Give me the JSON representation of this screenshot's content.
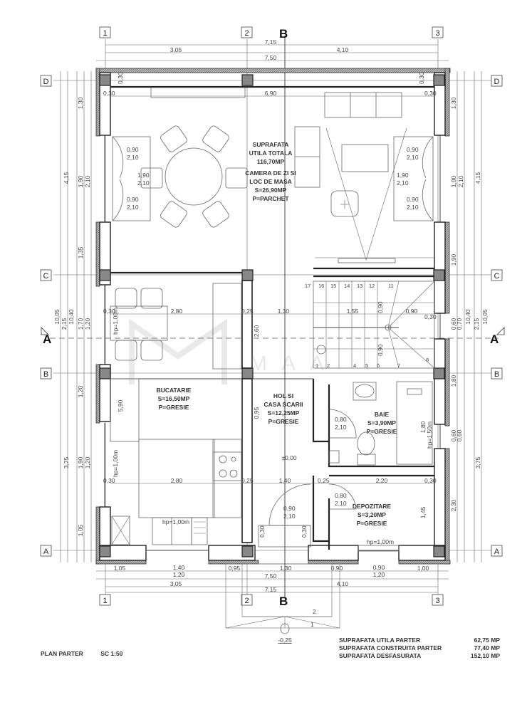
{
  "drawing": {
    "title": "PLAN PARTER",
    "scale": "SC 1:50",
    "grid_axes": {
      "vertical": [
        "1",
        "2",
        "3"
      ],
      "horizontal": [
        "D",
        "C",
        "B",
        "A"
      ]
    },
    "section_markers": {
      "vertical": "B",
      "horizontal": "A"
    },
    "dimensions_top": {
      "overall_axes": "7,15",
      "span_1_2": "3,05",
      "span_2_3": "4,10",
      "overall_outer": "7,50"
    },
    "dimensions_bottom": {
      "seg_1": "1,05",
      "seg_2_top": "1,40",
      "seg_2_bottom": "1,20",
      "seg_3": "0,95",
      "seg_4": "1,30",
      "seg_5": "0,90",
      "seg_6_top": "0,90",
      "seg_6_bottom": "1,20",
      "seg_7": "1,00",
      "overall_outer": "7,50",
      "span_1_2": "3,05",
      "span_2_3": "4,10",
      "overall_axes": "7,15"
    },
    "dimensions_left": {
      "d_c": "4,15",
      "top_wall": "1,30",
      "window": "1,90",
      "window_h": "2,10",
      "lower_wall": "1,35",
      "overall_outer": "10,05",
      "c_b": "2,15",
      "overall_inner": "10,40",
      "window_c_b": "1,70",
      "window_c_b_h": "1,20",
      "b_wall": "1,20",
      "b_a": "3,75",
      "window_b_a": "1,90",
      "window_b_a_h": "1,20",
      "a_wall": "1,05"
    },
    "dimensions_right": {
      "d_c": "4,15",
      "top_wall": "1,30",
      "window": "1,90",
      "window_h": "2,10",
      "lower_wall": "1,90",
      "overall_inner": "10,40",
      "c_b": "2,15",
      "overall_outer": "10,05",
      "seg_a": "0,60",
      "seg_b": "0,70",
      "b_wall": "1,80",
      "win_b": "0,60",
      "win_b2": "0,60",
      "b_a": "3,75",
      "a_wall": "2,30"
    },
    "interior_dims": {
      "living_width": "6,90",
      "wall_offset": "0,30",
      "kitchen_width": "2,80",
      "wall_025": "0,25",
      "hall_width": "1,30",
      "stair_width": "1,55",
      "stair_landing": "0,90",
      "kitchen_vertical": "2,60",
      "kitchen_lower": "5,90",
      "hall_vertical": "0,95",
      "hall_lower": "1,40",
      "storage_width": "2,20",
      "bath_height": "1,80",
      "storage_height": "1,45",
      "floor_level": "±0,00",
      "entrance_level": "-0,25",
      "stair_090a": "0,90",
      "stair_090b": "0,90",
      "porch_step_1": "1",
      "porch_step_2": "2",
      "sill_height": "hp=1,00m",
      "sill_height_2": "hp=1,50m"
    },
    "doors": {
      "double_left_top": "0,90",
      "double_left_top_h": "2,10",
      "double_left_bottom": "0,90",
      "double_left_bottom_h": "2,10",
      "double_left_mid": "1,90",
      "double_left_mid_h": "2,10",
      "double_right_top": "0,90",
      "double_right_top_h": "2,10",
      "double_right_bottom": "0,90",
      "double_right_bottom_h": "2,10",
      "double_right_mid": "1,90",
      "double_right_mid_h": "2,10",
      "bath_door": "0,80",
      "bath_door_h": "2,10",
      "storage_door": "0,80",
      "storage_door_h": "2,10",
      "entrance_door": "0,90",
      "entrance_door_h": "2,10",
      "entrance_side": "0,30"
    },
    "stairs": {
      "steps_top": [
        "17",
        "16",
        "15",
        "14",
        "13",
        "12",
        "11"
      ],
      "steps_bottom": [
        "1",
        "2",
        "4",
        "5",
        "6",
        "7"
      ],
      "landing_step": "8"
    },
    "rooms": {
      "total": {
        "line1": "SUPRAFATA",
        "line2": "UTILA TOTALA",
        "line3": "116,70MP"
      },
      "living": {
        "name1": "CAMERA DE ZI SI",
        "name2": "LOC DE MASA",
        "area": "S=26,90MP",
        "floor": "P=PARCHET"
      },
      "kitchen": {
        "name": "BUCATARIE",
        "area": "S=16,50MP",
        "floor": "P=GRESIE"
      },
      "hall": {
        "name1": "HOL SI",
        "name2": "CASA SCARII",
        "area": "S=12,25MP",
        "floor": "P=GRESIE"
      },
      "bath": {
        "name": "BAIE",
        "area": "S=3,90MP",
        "floor": "P=GRESIE"
      },
      "storage": {
        "name": "DEPOZITARE",
        "area": "S=3,20MP",
        "floor": "P=GRESIE"
      }
    },
    "summary": [
      {
        "label": "SUPRAFATA UTILA  PARTER",
        "value": "62,75 MP"
      },
      {
        "label": "SUPRAFATA CONSTRUITA  PARTER",
        "value": "77,40 MP"
      },
      {
        "label": "SUPRAFATA DESFASURATA",
        "value": "152,10 MP"
      }
    ]
  }
}
